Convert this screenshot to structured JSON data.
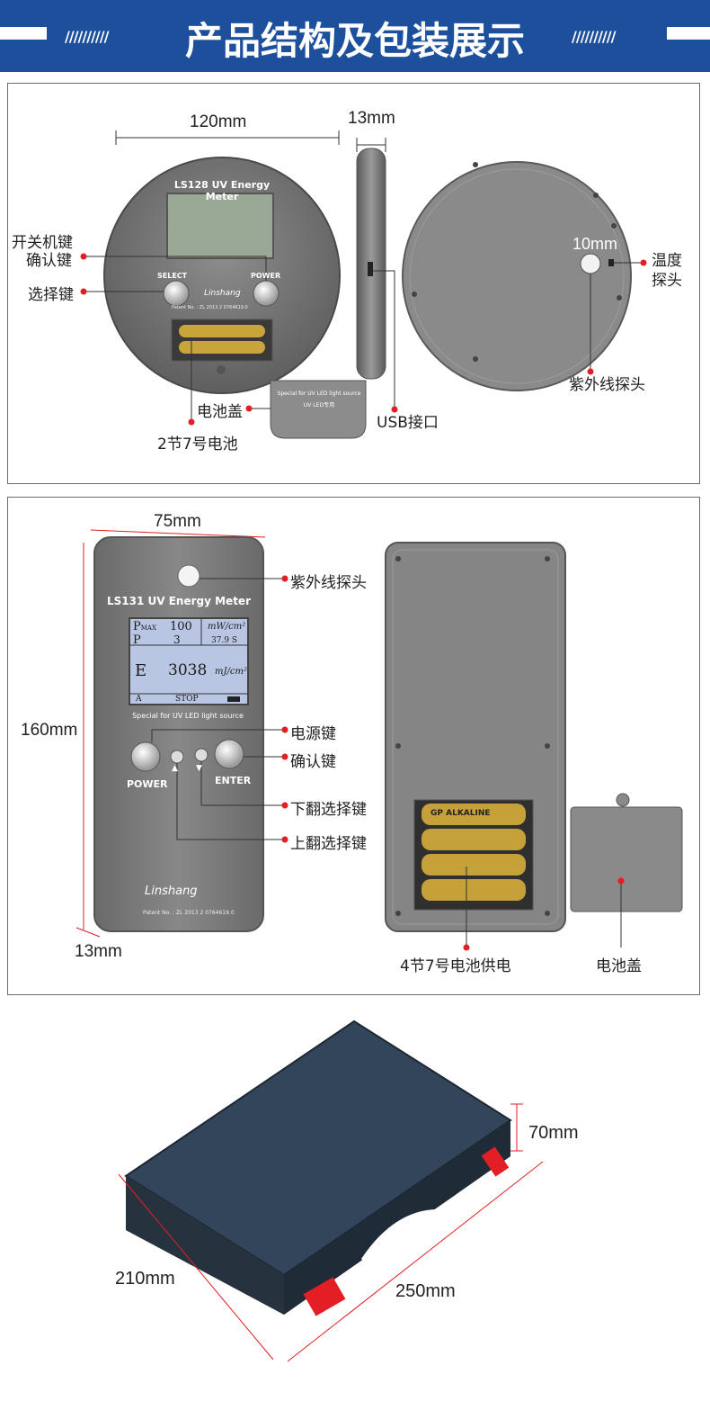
{
  "header": {
    "title": "产品结构及包装展示",
    "stripes_left": "//////////",
    "stripes_right": "//////////"
  },
  "colors": {
    "banner": "#1c4f9c",
    "accent_red": "#e31e24",
    "device_gray": "#7a7a7a",
    "case_navy": "#2c3a4d"
  },
  "panel1": {
    "dim_width": "120mm",
    "dim_thickness": "13mm",
    "dim_probe": "10mm",
    "device_title": "LS128 UV Energy Meter",
    "select_label": "SELECT",
    "power_label": "POWER",
    "brand": "Linshang",
    "patent": "Patent No. : ZL 2013 2 0764619.0",
    "cover_line1": "Special for UV LED light source",
    "cover_line2": "UV LED专用",
    "callouts": {
      "power_confirm_1": "开关机键",
      "power_confirm_2": "确认键",
      "select": "选择键",
      "cover": "电池盖",
      "battery": "2节7号电池",
      "usb": "USB接口",
      "temp_1": "温度",
      "temp_2": "探头",
      "uv_probe": "紫外线探头"
    }
  },
  "panel2": {
    "dim_width": "75mm",
    "dim_height": "160mm",
    "dim_thickness": "13mm",
    "device_title": "LS131 UV Energy Meter",
    "screen": {
      "pmax_label": "P",
      "pmax_sub": "MAX",
      "pmax_value": "100",
      "pmax_unit": "mW/cm²",
      "p_label": "P",
      "p_value": "3",
      "p_extra": "37.9  S",
      "e_label": "E",
      "e_value": "3038",
      "e_unit": "mJ/cm²",
      "mode": "A",
      "status": "STOP"
    },
    "special": "Special for UV LED light source",
    "power_label": "POWER",
    "enter_label": "ENTER",
    "brand": "Linshang",
    "patent": "Patent No. : ZL 2013 2 0764619.0",
    "battery_text": "GP ALKALINE",
    "callouts": {
      "uv_probe": "紫外线探头",
      "power": "电源键",
      "confirm": "确认键",
      "down": "下翻选择键",
      "up": "上翻选择键",
      "battery": "4节7号电池供电",
      "cover": "电池盖"
    }
  },
  "case": {
    "dim_height": "70mm",
    "dim_depth": "210mm",
    "dim_width": "250mm"
  }
}
